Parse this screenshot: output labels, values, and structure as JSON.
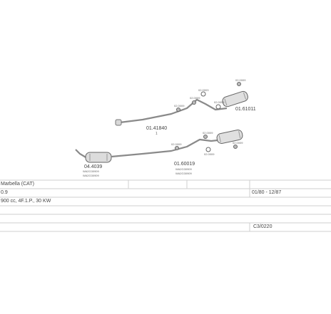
{
  "parts": {
    "main_pipe_code": "01.41840",
    "main_pipe_sub": "1",
    "rear_silencer_code": "01.61011",
    "middle_pipe_code": "01.60019",
    "middle_pipe_ref1": "WA2G30909",
    "middle_pipe_ref2": "WA2G30909",
    "catalyst_code": "04.4039",
    "catalyst_ref1": "WA2G30909",
    "catalyst_ref2": "WA2G30909",
    "small_labels": [
      "02.0009",
      "02.0003",
      "02.0009",
      "02.0009",
      "02.0009",
      "02.0009",
      "02.0009",
      "02.0009",
      "02.0009"
    ]
  },
  "table": {
    "model": "Marbella (CAT)",
    "variant": "0.9",
    "years": "01/80 - 12/87",
    "engine": "900 cc, 4F.1.P., 30 KW",
    "reference": "C3/0220"
  }
}
